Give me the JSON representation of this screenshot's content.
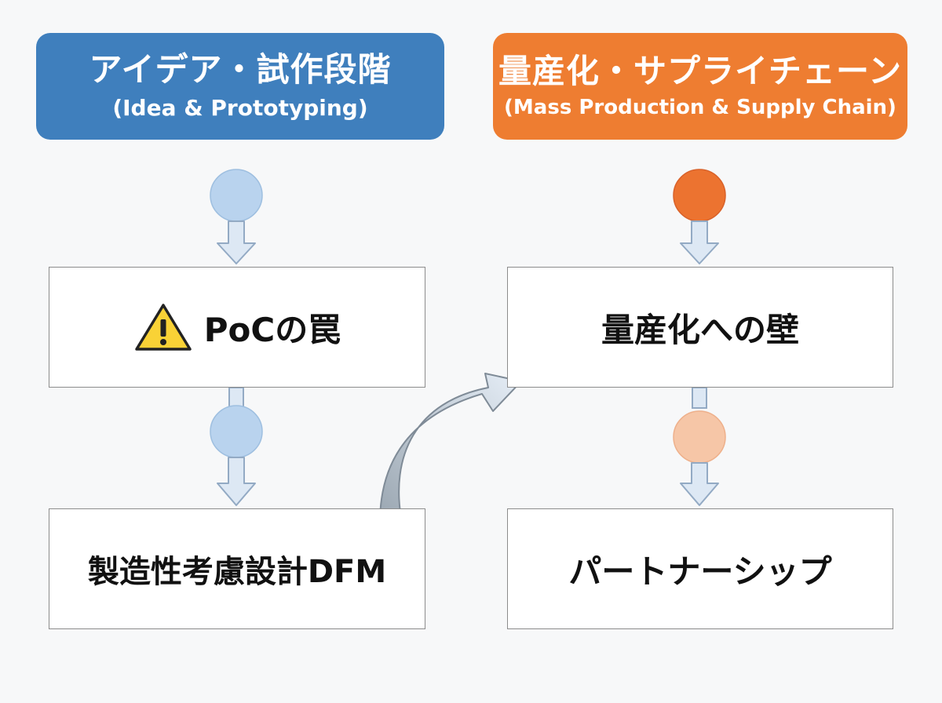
{
  "header_left": {
    "title": "アイデア・試作段階",
    "subtitle": "(Idea & Prototyping)"
  },
  "header_right": {
    "title": "量産化・サプライチェーン",
    "subtitle": "(Mass Production & Supply Chain)"
  },
  "left_steps": [
    {
      "label": "PoCの罠",
      "icon": "warning-icon"
    },
    {
      "label": "製造性考慮設計DFM"
    }
  ],
  "right_steps": [
    {
      "label": "量産化への壁"
    },
    {
      "label": "パートナーシップ"
    }
  ],
  "colors": {
    "blue_header": "#3f7fbd",
    "orange_header": "#ee7d31",
    "light_blue_node": "#b9d3ee",
    "orange_node": "#ec7330",
    "light_orange_node": "#f6c6a7",
    "warning_yellow": "#f9d236"
  }
}
